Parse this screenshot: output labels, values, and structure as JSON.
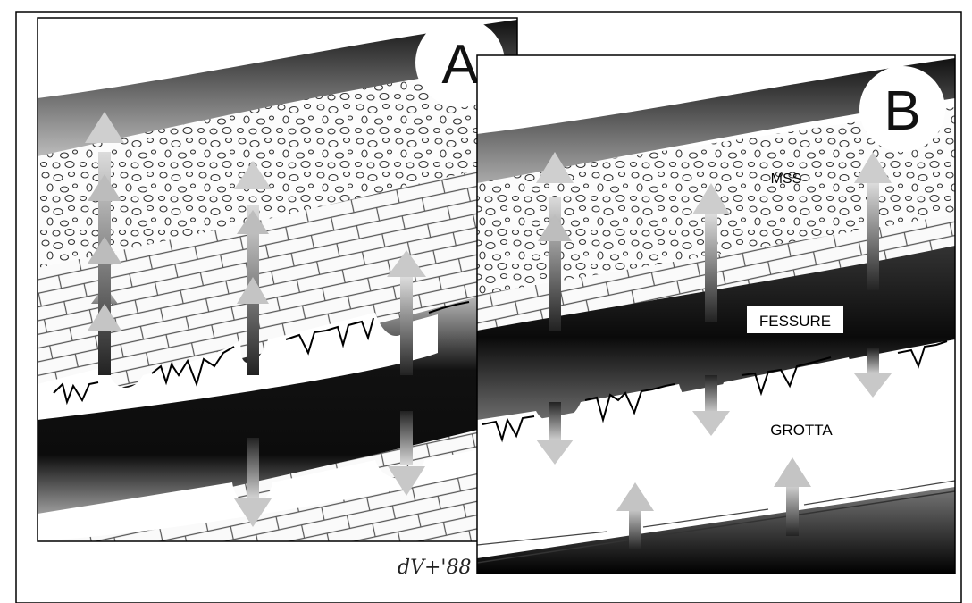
{
  "figure": {
    "panel_a": {
      "letter": "A"
    },
    "panel_b": {
      "letter": "B",
      "labels": {
        "mss": "MSS",
        "fessure": "FESSURE",
        "grotta": "GROTTA"
      }
    },
    "signature": "dV+'88"
  }
}
